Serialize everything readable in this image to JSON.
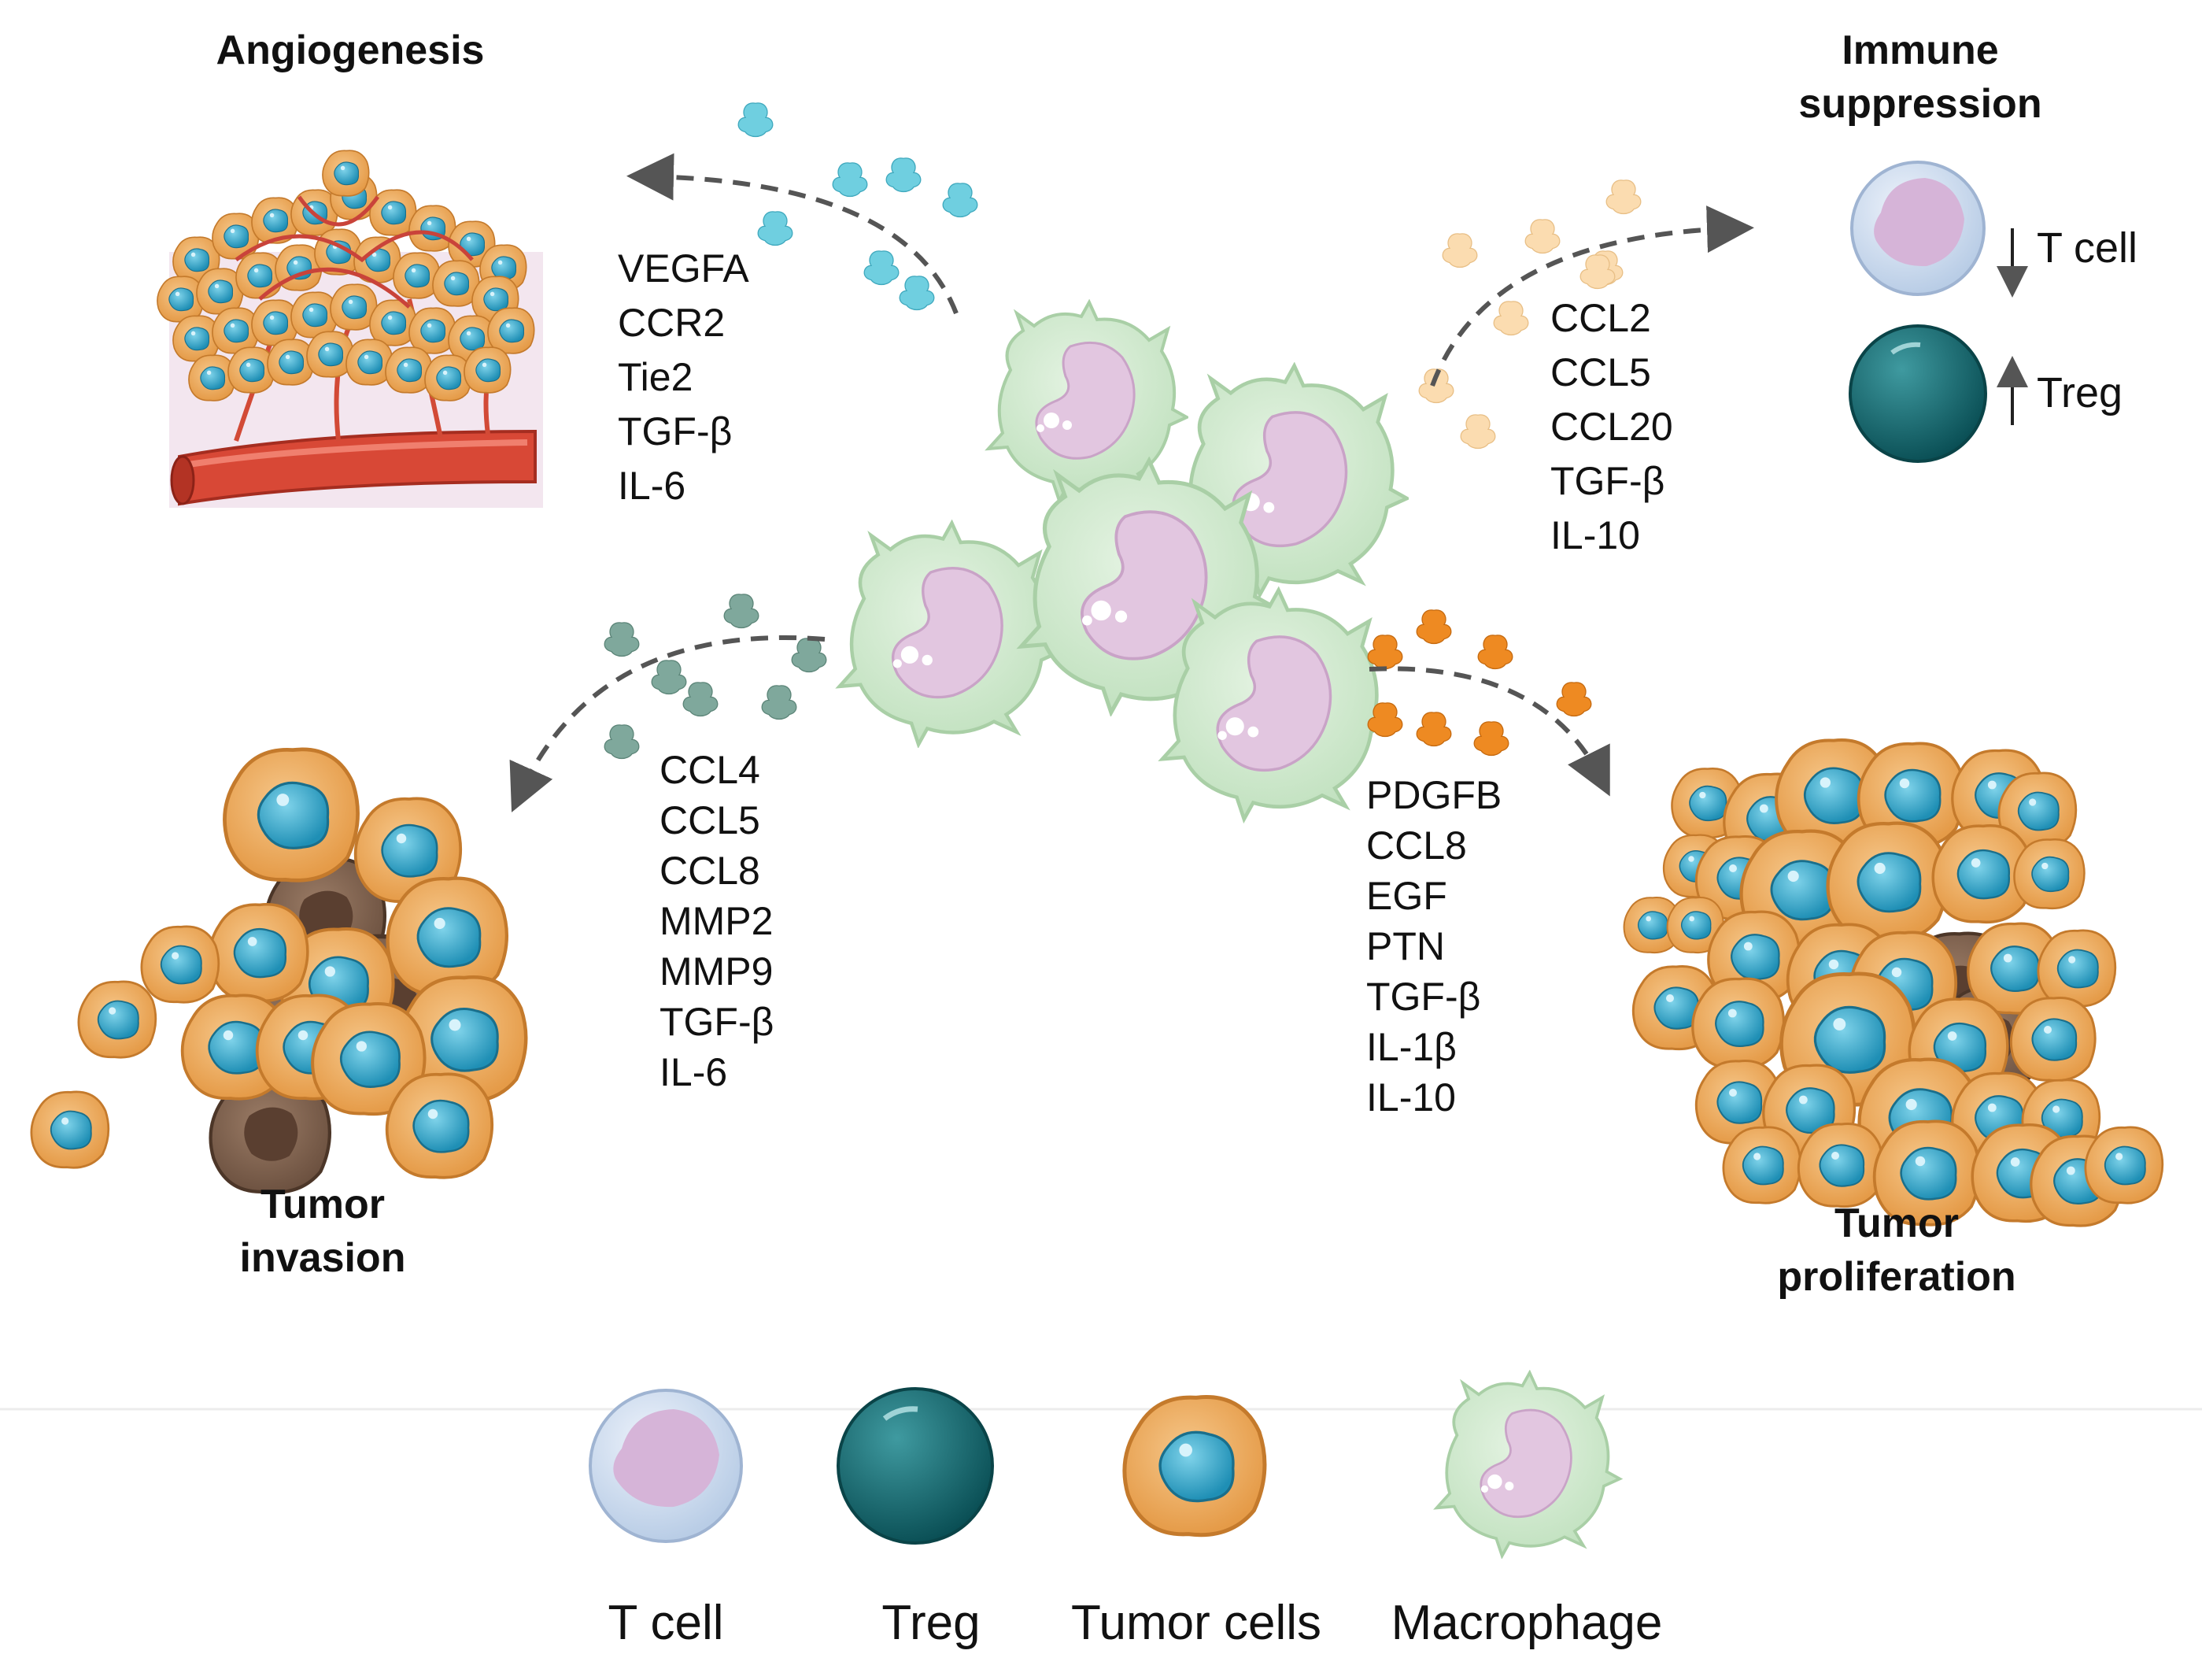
{
  "panels": {
    "angiogenesis": {
      "title": "Angiogenesis",
      "factors": [
        "VEGFA",
        "CCR2",
        "Tie2",
        "TGF-β",
        "IL-6"
      ],
      "color": "#6fcfe0"
    },
    "immune_suppression": {
      "title_line1": "Immune",
      "title_line2": "suppression",
      "factors": [
        "CCL2",
        "CCL5",
        "CCL20",
        "TGF-β",
        "IL-10"
      ],
      "color": "#fbdcb0",
      "tcell_label": "T cell",
      "treg_label": "Treg"
    },
    "tumor_invasion": {
      "title_line1": "Tumor",
      "title_line2": "invasion",
      "factors": [
        "CCL4",
        "CCL5",
        "CCL8",
        "MMP2",
        "MMP9",
        "TGF-β",
        "IL-6"
      ],
      "color": "#7fa89c"
    },
    "tumor_proliferation": {
      "title_line1": "Tumor",
      "title_line2": "proliferation",
      "factors": [
        "PDGFB",
        "CCL8",
        "EGF",
        "PTN",
        "TGF-β",
        "IL-1β",
        "IL-10"
      ],
      "color": "#ee8a22"
    }
  },
  "legend": {
    "items": [
      {
        "label": "T cell",
        "icon": "t-cell-icon"
      },
      {
        "label": "Treg",
        "icon": "treg-icon"
      },
      {
        "label": "Tumor cells",
        "icon": "tumor-cell-icon"
      },
      {
        "label": "Macrophage",
        "icon": "macrophage-icon"
      }
    ]
  },
  "colors": {
    "macrophage": "#cde8cc",
    "macrophage_nucleus": "#e0c3de",
    "tumor_body": "#eeac63",
    "tumor_nucleus": "#2fa0c4",
    "tcell_body": "#d6b4d8",
    "treg": "#0f6d72",
    "vessel": "#e0503d",
    "arrow": "#555555"
  }
}
